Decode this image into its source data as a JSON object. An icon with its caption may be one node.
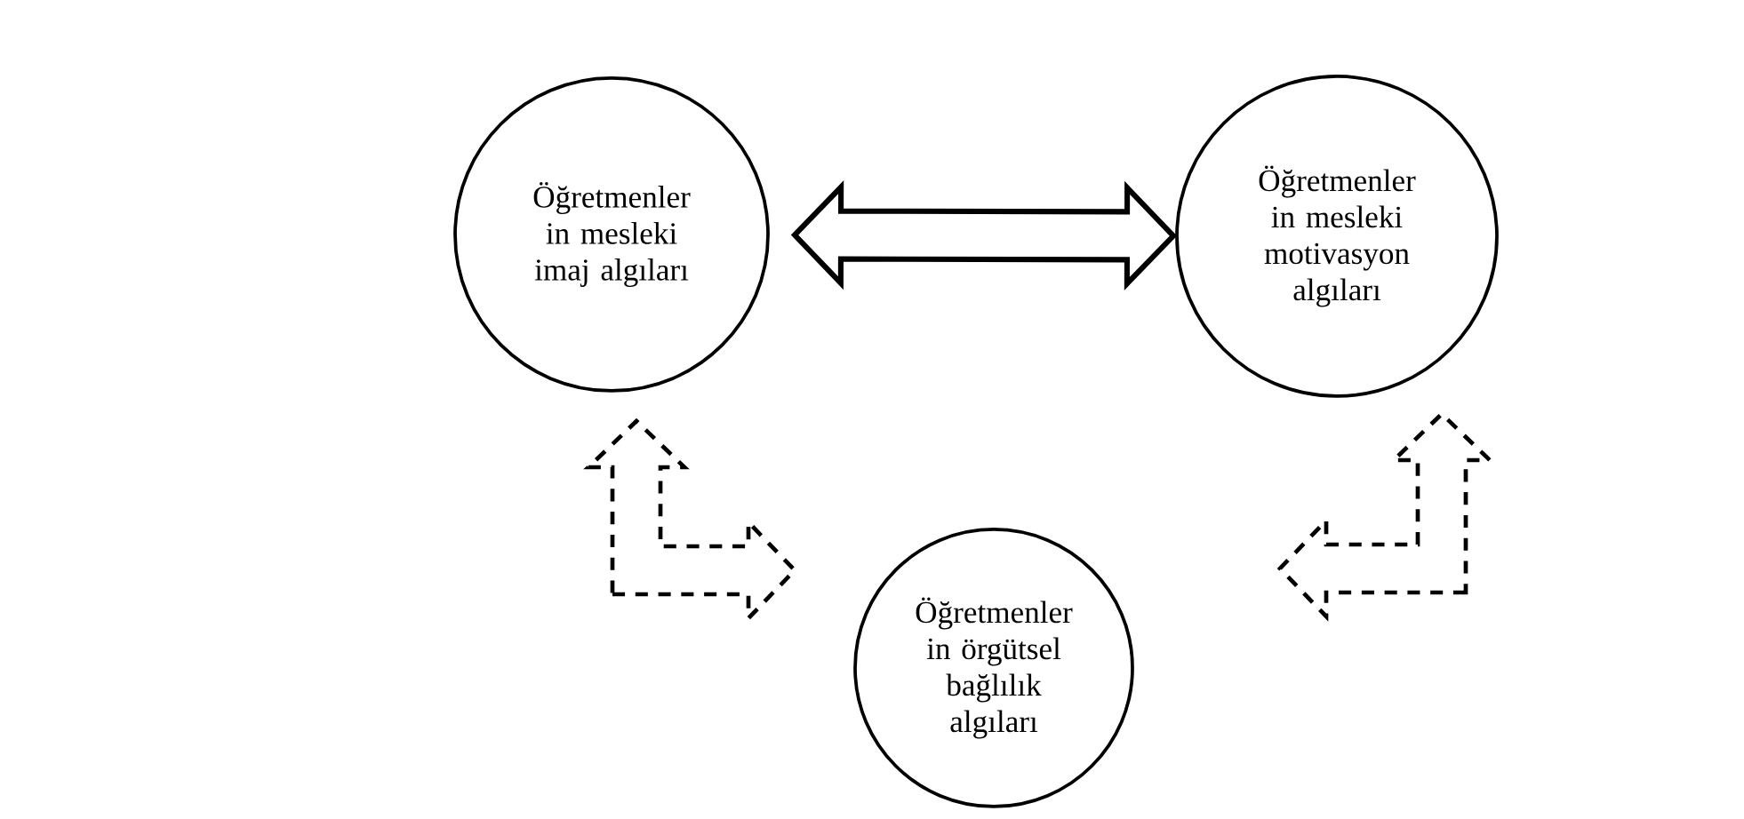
{
  "diagram": {
    "nodes": [
      {
        "text": [
          "Öğretmenler in mesleki imaj algıları"
        ]
      },
      {
        "text": [
          "Öğretmenler in mesleki motivasyon algıları"
        ]
      },
      {
        "text": [
          "Öğretmenler in örgütsel bağlılık algıları"
        ]
      }
    ],
    "edges": [
      {
        "from": 0,
        "to": 1,
        "arrow": "both",
        "style": "thick"
      },
      {
        "from": 0,
        "to": 2,
        "arrow": "both",
        "style": "dashed"
      },
      {
        "from": 1,
        "to": 2,
        "arrow": "both",
        "style": "dashed"
      }
    ]
  }
}
